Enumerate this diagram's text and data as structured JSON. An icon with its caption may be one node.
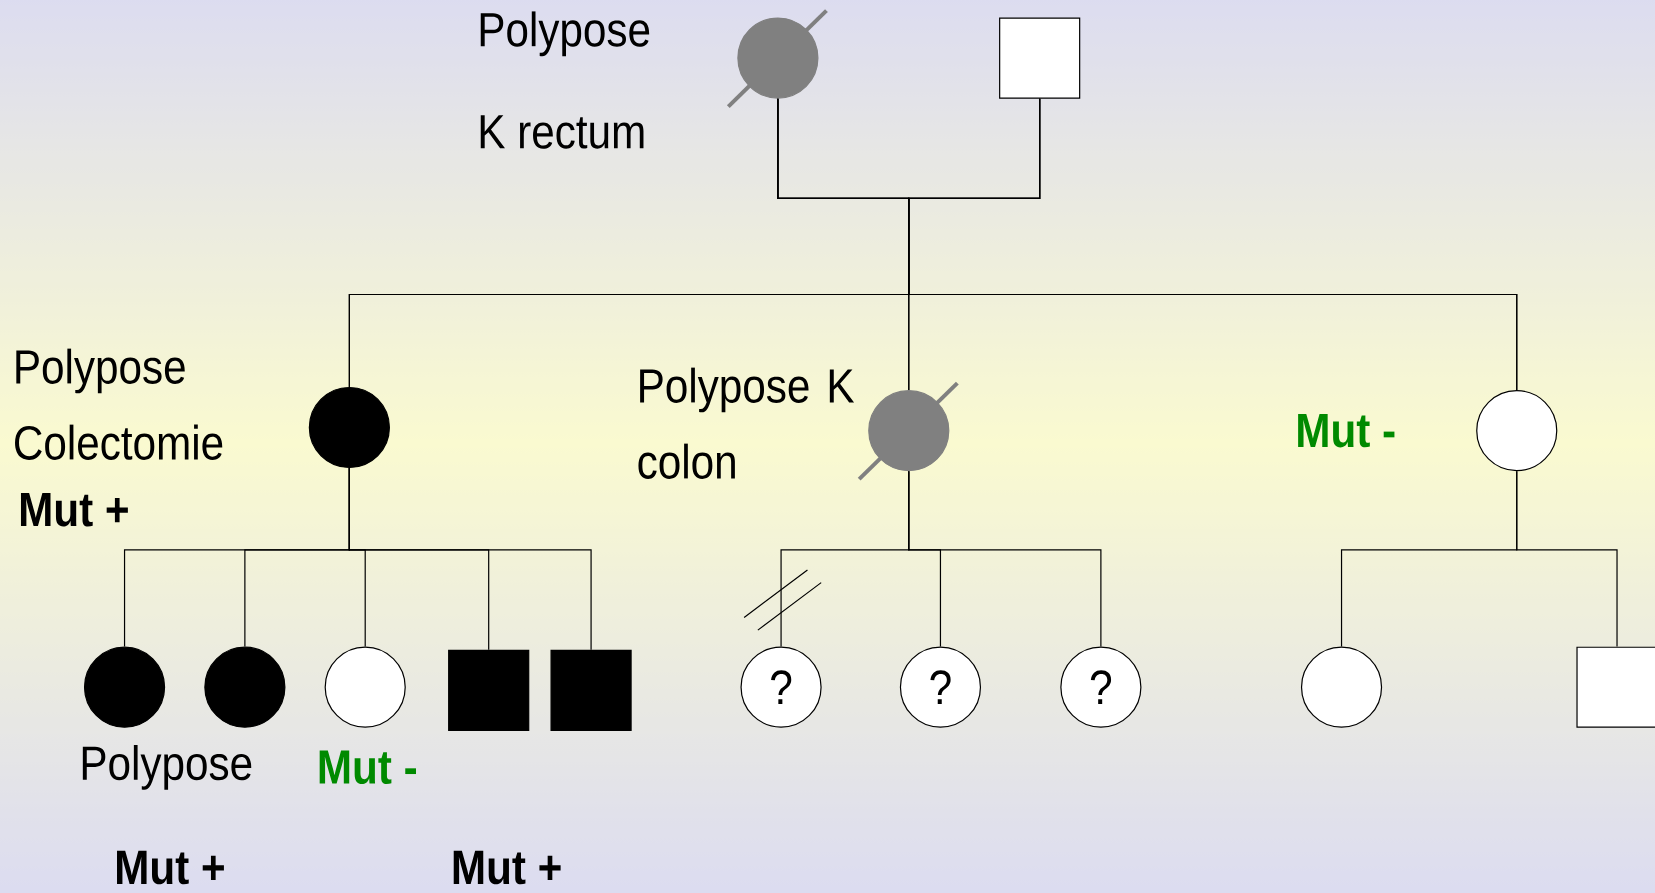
{
  "diagram": {
    "nodes": [
      {
        "text": [],
        "shape": "circle",
        "beside": [
          "Polypose",
          "K rectum"
        ]
      },
      {
        "text": [],
        "shape": "box"
      },
      {
        "text": [],
        "shape": "circle",
        "beside": [
          "Polypose Colectomie",
          "Mut +"
        ]
      },
      {
        "text": [],
        "shape": "circle",
        "beside": [
          "Polypose K colon"
        ]
      },
      {
        "text": [],
        "shape": "circle",
        "beside": [
          "Mut -"
        ]
      },
      {
        "text": [],
        "shape": "circle"
      },
      {
        "text": [],
        "shape": "circle"
      },
      {
        "text": [],
        "shape": "circle",
        "beside": [
          "Mut -"
        ]
      },
      {
        "text": [],
        "shape": "box"
      },
      {
        "text": [],
        "shape": "box"
      },
      {
        "text": [
          "?"
        ]
      },
      {
        "text": [
          "?"
        ]
      },
      {
        "text": [
          "?"
        ]
      },
      {
        "text": [],
        "shape": "circle"
      },
      {
        "text": [],
        "shape": "box"
      }
    ],
    "edges": [
      {
        "from": 0,
        "to": 1,
        "arrow": "none"
      },
      {
        "from": 0,
        "to": 2,
        "arrow": "none"
      },
      {
        "from": 0,
        "to": 3,
        "arrow": "none"
      },
      {
        "from": 0,
        "to": 4,
        "arrow": "none"
      },
      {
        "from": 1,
        "to": 2,
        "arrow": "none"
      },
      {
        "from": 1,
        "to": 3,
        "arrow": "none"
      },
      {
        "from": 1,
        "to": 4,
        "arrow": "none"
      },
      {
        "from": 2,
        "to": 5,
        "arrow": "none"
      },
      {
        "from": 2,
        "to": 6,
        "arrow": "none"
      },
      {
        "from": 2,
        "to": 7,
        "arrow": "none"
      },
      {
        "from": 2,
        "to": 8,
        "arrow": "none"
      },
      {
        "from": 2,
        "to": 9,
        "arrow": "none"
      },
      {
        "from": 3,
        "to": 10,
        "arrow": "none"
      },
      {
        "from": 3,
        "to": 11,
        "arrow": "none"
      },
      {
        "from": 3,
        "to": 12,
        "arrow": "none"
      },
      {
        "from": 4,
        "to": 13,
        "arrow": "none"
      },
      {
        "from": 4,
        "to": 14,
        "arrow": "none"
      }
    ],
    "labels": [
      "Polypose",
      "Mut +",
      "Mut +"
    ]
  }
}
